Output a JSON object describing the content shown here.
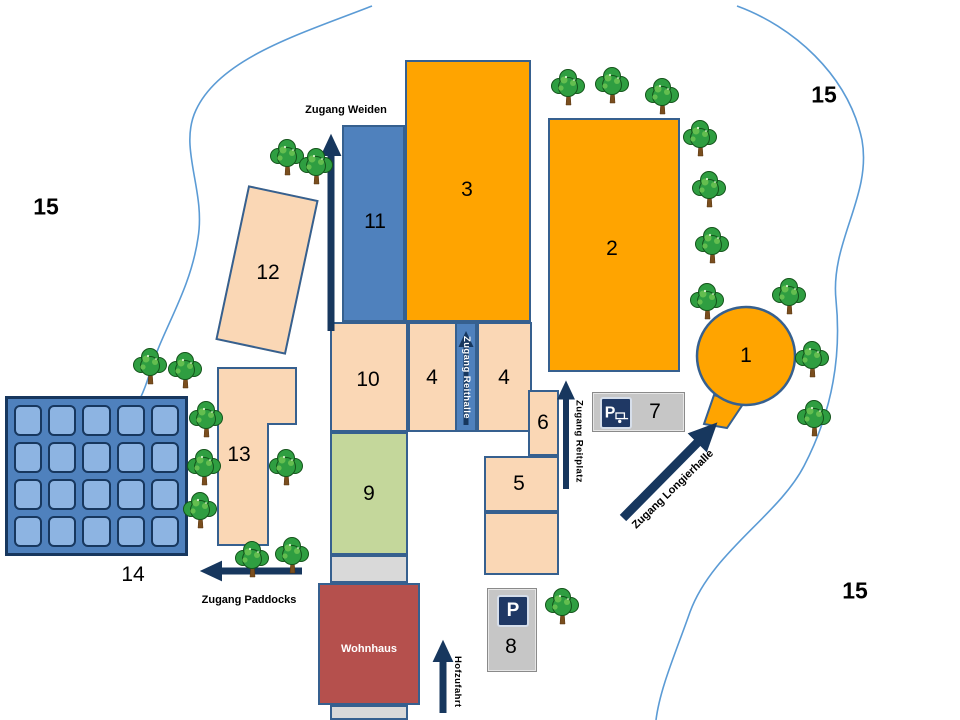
{
  "map": {
    "numbers": {
      "n1": "1",
      "n2": "2",
      "n3": "3",
      "n4": "4",
      "n5": "5",
      "n6": "6",
      "n7": "7",
      "n8": "8",
      "n9": "9",
      "n10": "10",
      "n11": "11",
      "n12": "12",
      "n13": "13",
      "n14": "14",
      "n15": "15"
    },
    "labels": {
      "wohnhaus": "Wohnhaus",
      "zugang_weiden": "Zugang Weiden",
      "zugang_reithalle": "Zugang Reithalle",
      "zugang_reitplatz": "Zugang Reitplatz",
      "zugang_longierhalle": "Zugang Longierhalle",
      "zugang_paddocks": "Zugang Paddocks",
      "hofzufahrt": "Hofzufahrt",
      "parking_symbol": "P"
    },
    "colors": {
      "building_orange": "#FFA400",
      "building_peach": "#FAD7B5",
      "building_blue": "#4F81BD",
      "building_green": "#C4D79B",
      "building_red": "#B5504D",
      "building_border": "#36608F",
      "paddock_fill": "#8DB4E2",
      "paddock_border": "#17375E",
      "arrow": "#17375E",
      "boundary_line": "#5B9BD5",
      "tree_green": "#2F9E41",
      "sign_gray": "#C6C6C6",
      "parking_blue": "#1F3864"
    }
  }
}
